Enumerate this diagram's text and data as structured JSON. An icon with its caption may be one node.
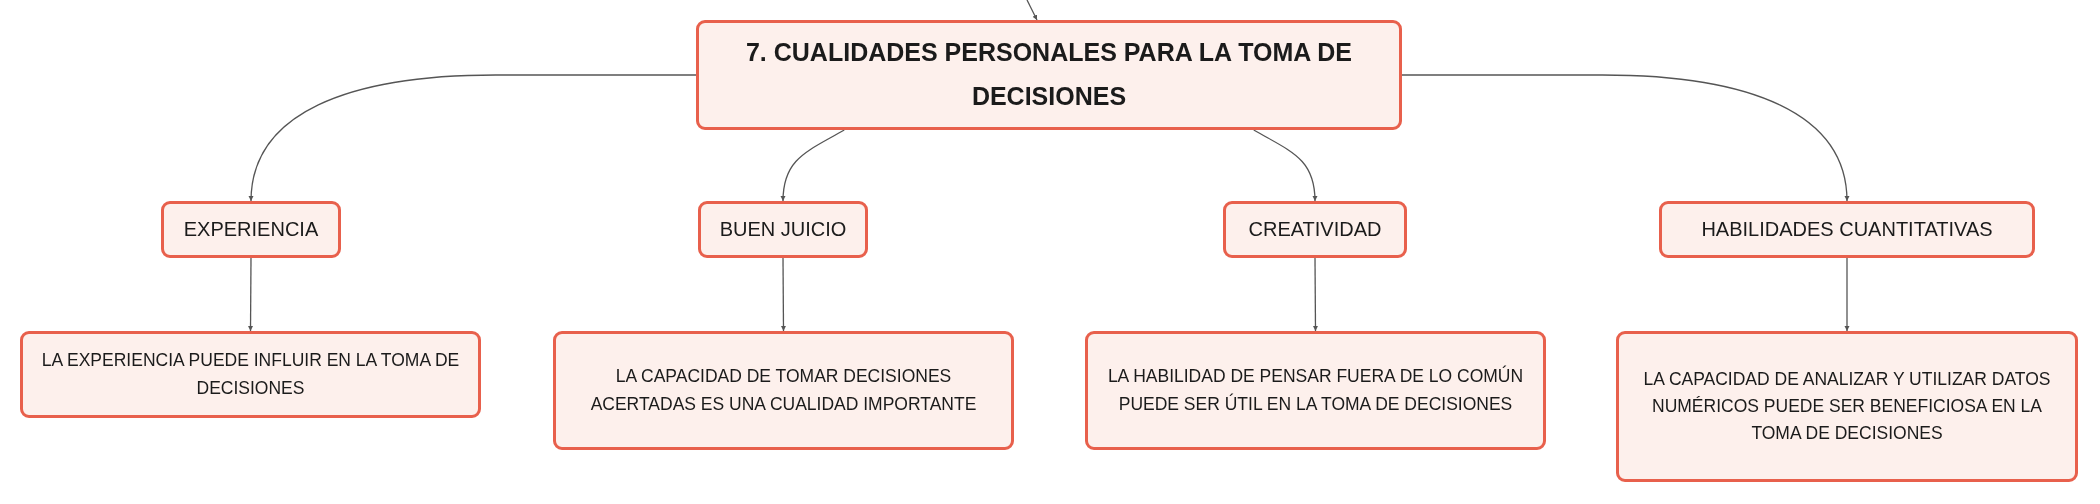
{
  "diagram": {
    "nodes": [
      {
        "text": [
          "7. CUALIDADES PERSONALES PARA LA TOMA DE DECISIONES"
        ]
      },
      {
        "text": [
          "EXPERIENCIA"
        ]
      },
      {
        "text": [
          "BUEN JUICIO"
        ]
      },
      {
        "text": [
          "CREATIVIDAD"
        ]
      },
      {
        "text": [
          "HABILIDADES CUANTITATIVAS"
        ]
      },
      {
        "text": [
          "LA EXPERIENCIA PUEDE INFLUIR EN LA TOMA DE DECISIONES"
        ]
      },
      {
        "text": [
          "LA CAPACIDAD DE TOMAR DECISIONES ACERTADAS ES UNA CUALIDAD IMPORTANTE"
        ]
      },
      {
        "text": [
          "LA HABILIDAD DE PENSAR FUERA DE LO COMÚN PUEDE SER ÚTIL EN LA TOMA DE DECISIONES"
        ]
      },
      {
        "text": [
          "LA CAPACIDAD DE ANALIZAR Y UTILIZAR DATOS NUMÉRICOS PUEDE SER BENEFICIOSA EN LA TOMA DE DECISIONES"
        ]
      }
    ],
    "edges": [
      {
        "from": null,
        "to": 0,
        "arrow": "to"
      },
      {
        "from": 0,
        "to": 1,
        "arrow": "to"
      },
      {
        "from": 0,
        "to": 2,
        "arrow": "to"
      },
      {
        "from": 0,
        "to": 3,
        "arrow": "to"
      },
      {
        "from": 0,
        "to": 4,
        "arrow": "to"
      },
      {
        "from": 1,
        "to": 5,
        "arrow": "to"
      },
      {
        "from": 2,
        "to": 6,
        "arrow": "to"
      },
      {
        "from": 3,
        "to": 7,
        "arrow": "to"
      },
      {
        "from": 4,
        "to": 8,
        "arrow": "to"
      }
    ]
  }
}
